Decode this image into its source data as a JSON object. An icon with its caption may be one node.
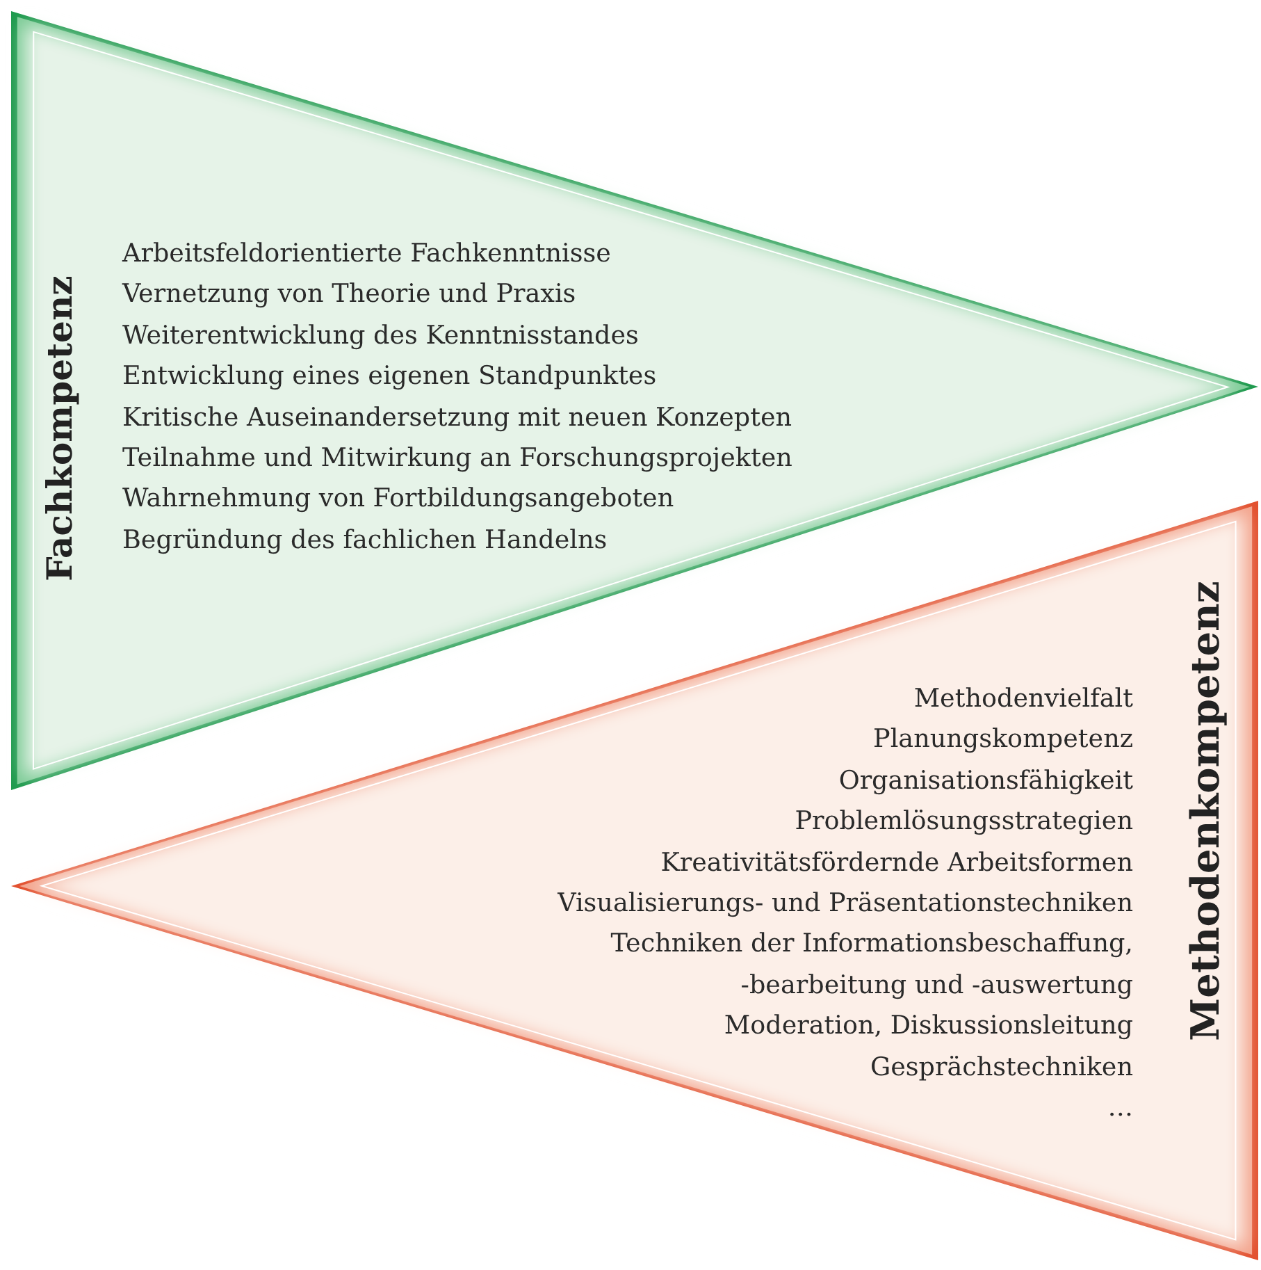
{
  "diagram": {
    "nodes": [
      {
        "text": [
          "Fachkompetenz",
          "Arbeitsfeldorientierte Fachkenntnisse",
          "Vernetzung von Theorie und Praxis",
          "Weiterentwicklung des Kenntnisstandes",
          "Entwicklung eines eigenen Standpunktes",
          "Kritische Auseinandersetzung mit neuen Konzepten",
          "Teilnahme und Mitwirkung an Forschungsprojekten",
          "Wahrnehmung von Fortbildungsangeboten",
          "Begründung des fachlichen Handelns"
        ]
      },
      {
        "text": [
          "Methodenkompetenz",
          "Methodenvielfalt",
          "Planungskompetenz",
          "Organisationsfähigkeit",
          "Problemlösungsstrategien",
          "Kreativitätsfördernde Arbeitsformen",
          "Visualisierungs- und Präsentationstechniken",
          "Techniken der Informationsbeschaffung, -bearbeitung und -auswertung",
          "Moderation, Diskussionsleitung",
          "Gesprächstechniken",
          "…"
        ]
      }
    ]
  }
}
